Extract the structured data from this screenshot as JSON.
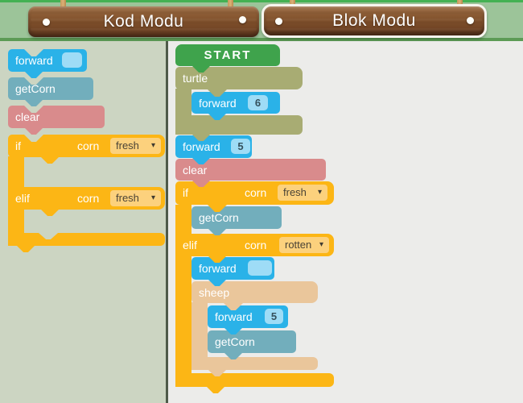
{
  "header": {
    "kod_label": "Kod Modu",
    "blok_label": "Blok Modu",
    "active_tab": "Blok Modu"
  },
  "icons": {
    "dropdown_caret": "▾",
    "nail": "white-dot"
  },
  "toolbox": {
    "forward": {
      "label": "forward",
      "value": ""
    },
    "getcorn": {
      "label": "getCorn"
    },
    "clear": {
      "label": "clear"
    },
    "if_block": {
      "if_label": "if",
      "if_arg": "corn",
      "if_value": "fresh",
      "elif_label": "elif",
      "elif_arg": "corn",
      "elif_value": "fresh"
    }
  },
  "workspace": {
    "start": {
      "label": "START"
    },
    "turtle": {
      "label": "turtle",
      "forward": {
        "label": "forward",
        "value": "6"
      }
    },
    "forward": {
      "label": "forward",
      "value": "5"
    },
    "clear": {
      "label": "clear"
    },
    "if_block": {
      "if_label": "if",
      "if_arg": "corn",
      "if_value": "fresh",
      "getcorn": {
        "label": "getCorn"
      },
      "elif_label": "elif",
      "elif_arg": "corn",
      "elif_value": "rotten",
      "forward": {
        "label": "forward",
        "value": ""
      },
      "sheep": {
        "label": "sheep",
        "forward": {
          "label": "forward",
          "value": "5"
        },
        "getcorn": {
          "label": "getCorn"
        }
      }
    }
  },
  "colors": {
    "header_bg": "#9cc499",
    "header_top_strip": "#44b153",
    "header_bottom_strip": "#5c9b55",
    "toolbox_bg": "#ccd5c2",
    "workspace_bg": "#ececea",
    "divider": "#4f5a49",
    "wood": "#7c4d29",
    "active_tab_border": "#f7f4ee",
    "start_green": "#3fa34c",
    "forward_blue": "#2ab2e8",
    "getcorn_teal": "#72aebc",
    "clear_pink": "#d98b8c",
    "if_orange": "#fcb615",
    "turtle_olive": "#a8ac73",
    "sheep_tan": "#eac69b",
    "value_input_bg": "#9edcf6",
    "dropdown_bg": "#fcd17d"
  }
}
